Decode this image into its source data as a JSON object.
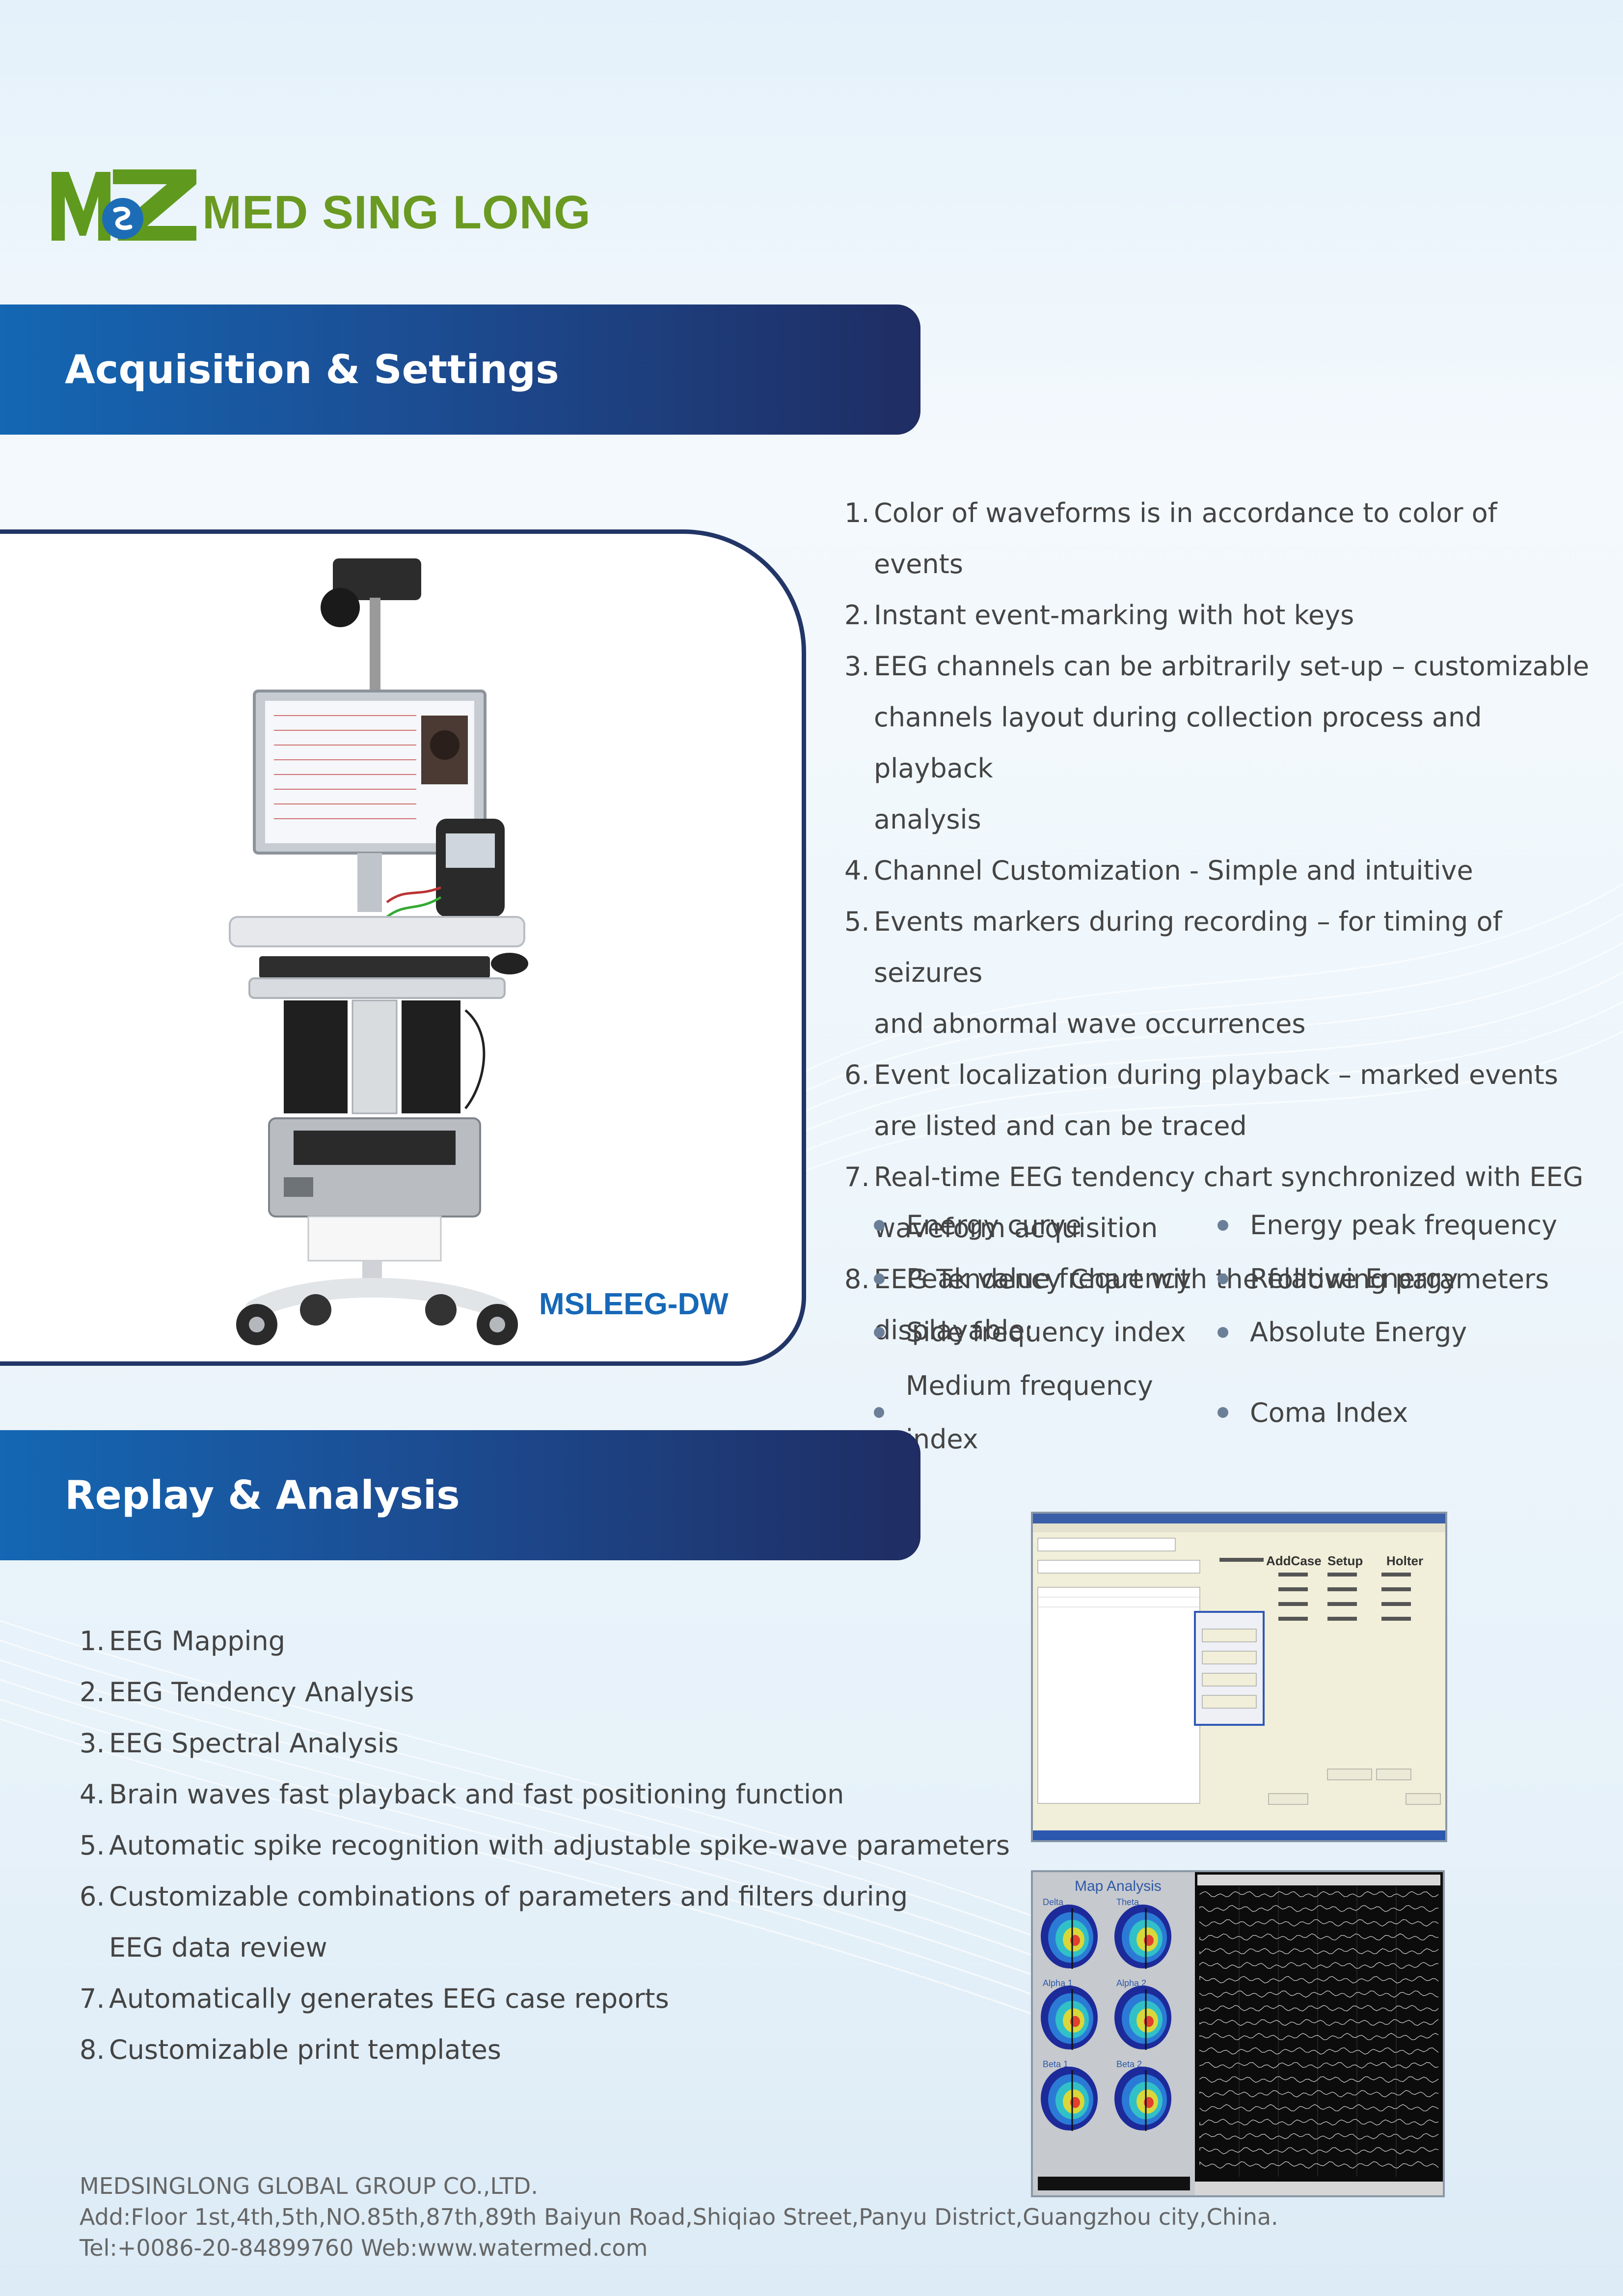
{
  "brand": {
    "name": "MED SING LONG",
    "logo_icon": "msl-logo-icon",
    "green": "#6a9a22",
    "blue": "#1768b7"
  },
  "section1": {
    "title": "Acquisition & Settings",
    "model": "MSLEEG-DW",
    "features": [
      {
        "num": "1.",
        "lines": [
          "Color of waveforms is in accordance to color of events"
        ]
      },
      {
        "num": "2.",
        "lines": [
          "Instant event-marking with hot keys"
        ]
      },
      {
        "num": "3.",
        "lines": [
          "EEG channels can be arbitrarily set-up – customizable",
          "channels layout during collection process and playback",
          "analysis"
        ]
      },
      {
        "num": "4.",
        "lines": [
          "Channel Customization - Simple and intuitive"
        ]
      },
      {
        "num": "5.",
        "lines": [
          "Events markers during recording – for timing of seizures",
          "and abnormal wave occurrences"
        ]
      },
      {
        "num": "6.",
        "lines": [
          "Event localization during playback – marked events",
          "are listed and can be traced"
        ]
      },
      {
        "num": "7.",
        "lines": [
          "Real-time EEG tendency chart synchronized with EEG",
          "waveform acquisition"
        ]
      },
      {
        "num": "8.",
        "lines": [
          "EEG Tendency Chart with the following parameters",
          "displayable:"
        ]
      }
    ],
    "parameters": [
      "Energy curve",
      "Energy peak frequency",
      "Peak value frequency",
      "Relative Energy",
      "Side frequency index",
      "Absolute Energy",
      "Medium frequency index",
      "Coma Index"
    ]
  },
  "section2": {
    "title": "Replay & Analysis",
    "features": [
      {
        "num": "1.",
        "lines": [
          "EEG Mapping"
        ]
      },
      {
        "num": "2.",
        "lines": [
          "EEG Tendency Analysis"
        ]
      },
      {
        "num": "3.",
        "lines": [
          "EEG Spectral Analysis"
        ]
      },
      {
        "num": "4.",
        "lines": [
          "Brain waves fast playback and fast positioning function"
        ]
      },
      {
        "num": "5.",
        "lines": [
          "Automatic spike recognition with adjustable spike-wave parameters"
        ]
      },
      {
        "num": "6.",
        "lines": [
          "Customizable combinations of parameters and filters during",
          "EEG data review"
        ]
      },
      {
        "num": "7.",
        "lines": [
          "Automatically generates EEG case reports"
        ]
      },
      {
        "num": "8.",
        "lines": [
          "Customizable print templates"
        ]
      }
    ],
    "screens": {
      "setup": {
        "buttons": [
          "AddCase",
          "Setup",
          "Holter"
        ]
      },
      "map": {
        "title": "Map Analysis",
        "maps": [
          "Delta",
          "Theta",
          "Alpha 1",
          "Alpha 2",
          "Beta 1",
          "Beta 2"
        ]
      }
    }
  },
  "footer": {
    "company": "MEDSINGLONG GLOBAL GROUP CO.,LTD.",
    "address": "Add:Floor 1st,4th,5th,NO.85th,87th,89th Baiyun Road,Shiqiao Street,Panyu District,Guangzhou city,China.",
    "contact": "Tel:+0086-20-84899760 Web:www.watermed.com"
  }
}
